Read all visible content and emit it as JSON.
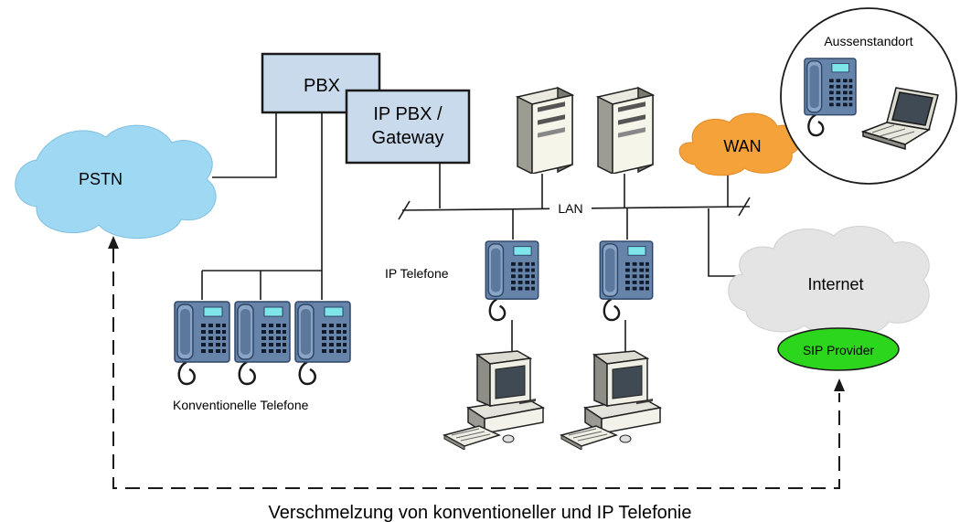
{
  "nodes": {
    "pbx": "PBX",
    "ip_pbx_line1": "IP PBX /",
    "ip_pbx_line2": "Gateway",
    "pstn": "PSTN",
    "wan": "WAN",
    "internet": "Internet",
    "sip_provider": "SIP Provider",
    "remote_site": "Aussenstandort"
  },
  "labels": {
    "lan": "LAN",
    "ip_phones": "IP Telefone",
    "conventional_phones": "Konventionelle Telefone"
  },
  "caption": "Verschmelzung von konventioneller und IP Telefonie",
  "colors": {
    "pstn_cloud": "#9ed8f2",
    "wan_cloud": "#f5a13a",
    "internet_cloud": "#e6e6e6",
    "sip_provider": "#2cd61d",
    "pbx_box": "#c7d9ea",
    "phone_body": "#5f7fa6",
    "phone_screen": "#7ee6ea"
  },
  "icons": [
    "pbx-box",
    "ip-pbx-gateway-box",
    "server-icon",
    "server-icon",
    "ip-phone-icon",
    "ip-phone-icon",
    "conventional-phone-icon",
    "conventional-phone-icon",
    "conventional-phone-icon",
    "desktop-computer-icon",
    "desktop-computer-icon",
    "laptop-icon",
    "ip-phone-icon"
  ]
}
